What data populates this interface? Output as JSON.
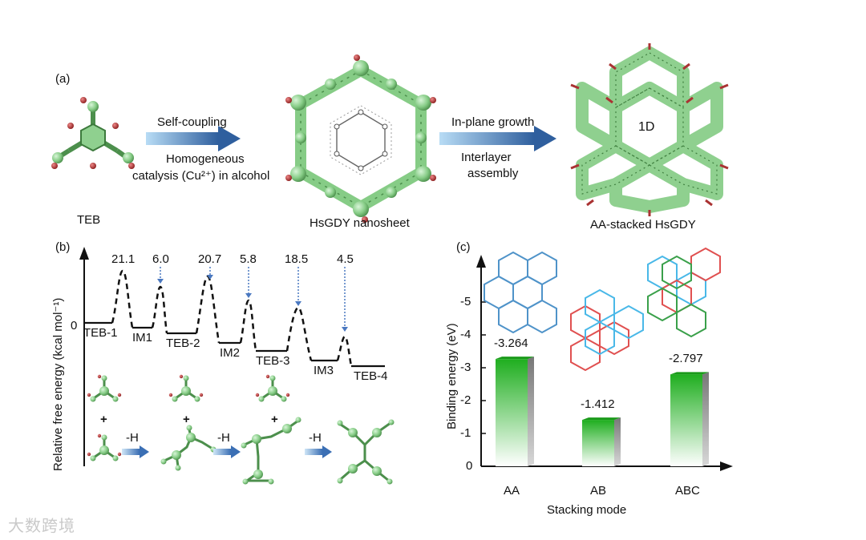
{
  "panel_a": {
    "label": "(a)",
    "teb": "TEB",
    "arrow1_top": "Self-coupling",
    "arrow1_bottom_1": "Homogeneous",
    "arrow1_bottom_2": "catalysis (Cu²⁺) in alcohol",
    "nanosheet": "HsGDY nanosheet",
    "arrow2_top": "In-plane growth",
    "arrow2_bottom_1": "Interlayer",
    "arrow2_bottom_2": "assembly",
    "stacked": "AA-stacked HsGDY",
    "pore": "1D"
  },
  "panel_b": {
    "label": "(b)",
    "ylabel": "Relative free energy (kcal mol⁻¹)",
    "zero": "0",
    "states": [
      "TEB-1",
      "IM1",
      "TEB-2",
      "IM2",
      "TEB-3",
      "IM3",
      "TEB-4"
    ],
    "barriers": [
      "21.1",
      "6.0",
      "20.7",
      "5.8",
      "18.5",
      "4.5"
    ],
    "plus": "+",
    "minus_h": "-H"
  },
  "panel_c": {
    "label": "(c)",
    "ylabel": "Binding energy (eV)",
    "xlabel": "Stacking mode"
  },
  "chart_data": {
    "type": "bar",
    "categories": [
      "AA",
      "AB",
      "ABC"
    ],
    "values": [
      -3.264,
      -1.412,
      -2.797
    ],
    "data_labels": [
      "-3.264",
      "-1.412",
      "-2.797"
    ],
    "yticks": [
      "0",
      "-1",
      "-2",
      "-3",
      "-4",
      "-5"
    ],
    "ylim": [
      0,
      -5.8
    ],
    "xlabel": "Stacking mode",
    "ylabel": "Binding energy (eV)",
    "bar_color": "#2db82d"
  },
  "watermark": "大数跨境",
  "colors": {
    "sphere": "#8fd08f",
    "sphere_dark": "#5aa05a",
    "oxygen": "#b03030",
    "arrow": "#3d6fb0",
    "bar": "#2db82d"
  }
}
